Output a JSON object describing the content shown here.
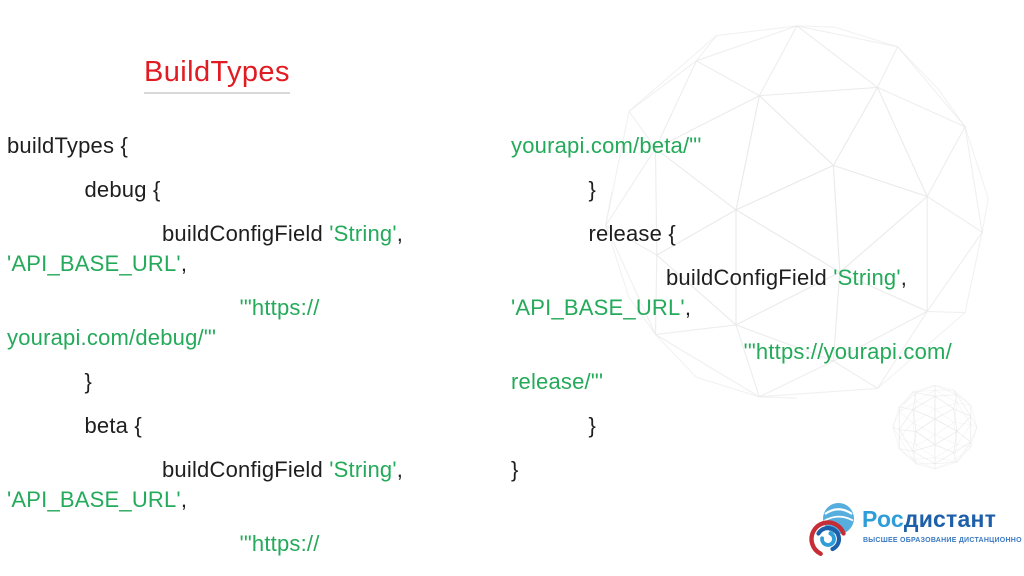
{
  "colors": {
    "title-red": "#e01b22",
    "code-black": "#1e1e1e",
    "string-green": "#24aa5a",
    "sphere-line": "#e9e8e8",
    "logo-light-blue": "#2f9dd8",
    "logo-dark-blue": "#1d5fa8",
    "logo-tagline-blue": "#3b79c0",
    "logo-ball-blue": "#56aede",
    "logo-arc-red": "#c62d35"
  },
  "slide": {
    "title": "BuildTypes",
    "code_columns": {
      "left": [
        {
          "indent": 0,
          "para": true,
          "seg": [
            {
              "t": "buildTypes {",
              "c": "code"
            }
          ]
        },
        {
          "indent": 1,
          "para": true,
          "seg": [
            {
              "t": "debug {",
              "c": "code"
            }
          ]
        },
        {
          "indent": 2,
          "para": true,
          "seg": [
            {
              "t": "buildConfigField ",
              "c": "code"
            },
            {
              "t": "'String'",
              "c": "str"
            },
            {
              "t": ",",
              "c": "code"
            }
          ]
        },
        {
          "indent": 0,
          "para": false,
          "seg": [
            {
              "t": "'API_BASE_URL'",
              "c": "str"
            },
            {
              "t": ",",
              "c": "code"
            }
          ]
        },
        {
          "indent": 3,
          "para": true,
          "seg": [
            {
              "t": "'\"https://",
              "c": "str"
            }
          ]
        },
        {
          "indent": 0,
          "para": false,
          "seg": [
            {
              "t": "yourapi.com/debug/\"'",
              "c": "str"
            }
          ]
        },
        {
          "indent": 1,
          "para": true,
          "seg": [
            {
              "t": "}",
              "c": "code"
            }
          ]
        },
        {
          "indent": 1,
          "para": true,
          "seg": [
            {
              "t": "beta {",
              "c": "code"
            }
          ]
        },
        {
          "indent": 2,
          "para": true,
          "seg": [
            {
              "t": "buildConfigField ",
              "c": "code"
            },
            {
              "t": "'String'",
              "c": "str"
            },
            {
              "t": ",",
              "c": "code"
            }
          ]
        },
        {
          "indent": 0,
          "para": false,
          "seg": [
            {
              "t": "'API_BASE_URL'",
              "c": "str"
            },
            {
              "t": ",",
              "c": "code"
            }
          ]
        },
        {
          "indent": 3,
          "para": true,
          "seg": [
            {
              "t": "'\"https://",
              "c": "str"
            }
          ]
        }
      ],
      "right": [
        {
          "indent": 0,
          "para": false,
          "seg": [
            {
              "t": "yourapi.com/beta/\"'",
              "c": "str"
            }
          ]
        },
        {
          "indent": 1,
          "para": true,
          "seg": [
            {
              "t": "}",
              "c": "code"
            }
          ]
        },
        {
          "indent": 1,
          "para": true,
          "seg": [
            {
              "t": "release {",
              "c": "code"
            }
          ]
        },
        {
          "indent": 2,
          "para": true,
          "seg": [
            {
              "t": "buildConfigField ",
              "c": "code"
            },
            {
              "t": "'String'",
              "c": "str"
            },
            {
              "t": ",",
              "c": "code"
            }
          ]
        },
        {
          "indent": 0,
          "para": false,
          "seg": [
            {
              "t": "'API_BASE_URL'",
              "c": "str"
            },
            {
              "t": ",",
              "c": "code"
            }
          ]
        },
        {
          "indent": 3,
          "para": true,
          "seg": [
            {
              "t": "'\"https://yourapi.com/",
              "c": "str"
            }
          ]
        },
        {
          "indent": 0,
          "para": false,
          "seg": [
            {
              "t": "release/\"'",
              "c": "str"
            }
          ]
        },
        {
          "indent": 1,
          "para": true,
          "seg": [
            {
              "t": "}",
              "c": "code"
            }
          ]
        },
        {
          "indent": 0,
          "para": true,
          "seg": [
            {
              "t": "}",
              "c": "code"
            }
          ]
        }
      ]
    }
  },
  "logo": {
    "name_light": "Рос",
    "name_dark": "дистант",
    "tagline": "ВЫСШЕЕ ОБРАЗОВАНИЕ ДИСТАНЦИОННО"
  }
}
